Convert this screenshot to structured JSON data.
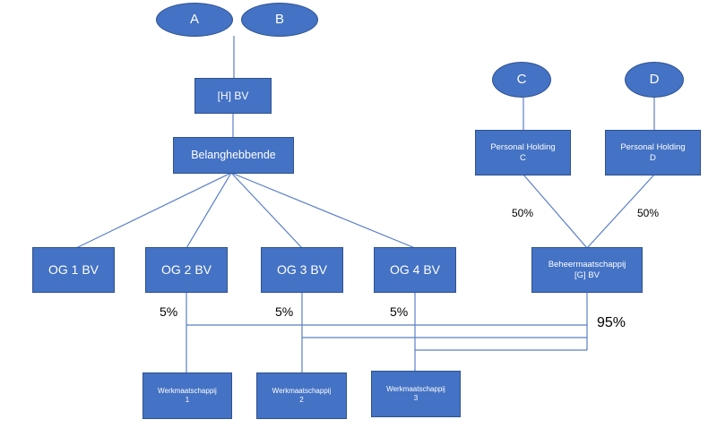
{
  "owners": {
    "a": "A",
    "b": "B",
    "c": "C",
    "d": "D"
  },
  "entities": {
    "h_bv": "[H] BV",
    "belanghebbende": "Belanghebbende",
    "personal_holding_c": "Personal Holding\nC",
    "personal_holding_d": "Personal Holding\nD",
    "beheermaatschappij": "Beheermaatschappij\n[G] BV",
    "og1": "OG 1 BV",
    "og2": "OG 2 BV",
    "og3": "OG 3 BV",
    "og4": "OG 4 BV",
    "werk1": "Werkmaatschappij\n1",
    "werk2": "Werkmaatschappij\n2",
    "werk3": "Werkmaatschappij\n3"
  },
  "percentages": {
    "holding_c_share": "50%",
    "holding_d_share": "50%",
    "og2_share": "5%",
    "og3_share": "5%",
    "og4_share": "5%",
    "beheer_share": "95%"
  },
  "colors": {
    "box_fill": "#4472c4",
    "box_border": "#2f528f",
    "line": "#4a72c0",
    "text": "#ffffff"
  }
}
